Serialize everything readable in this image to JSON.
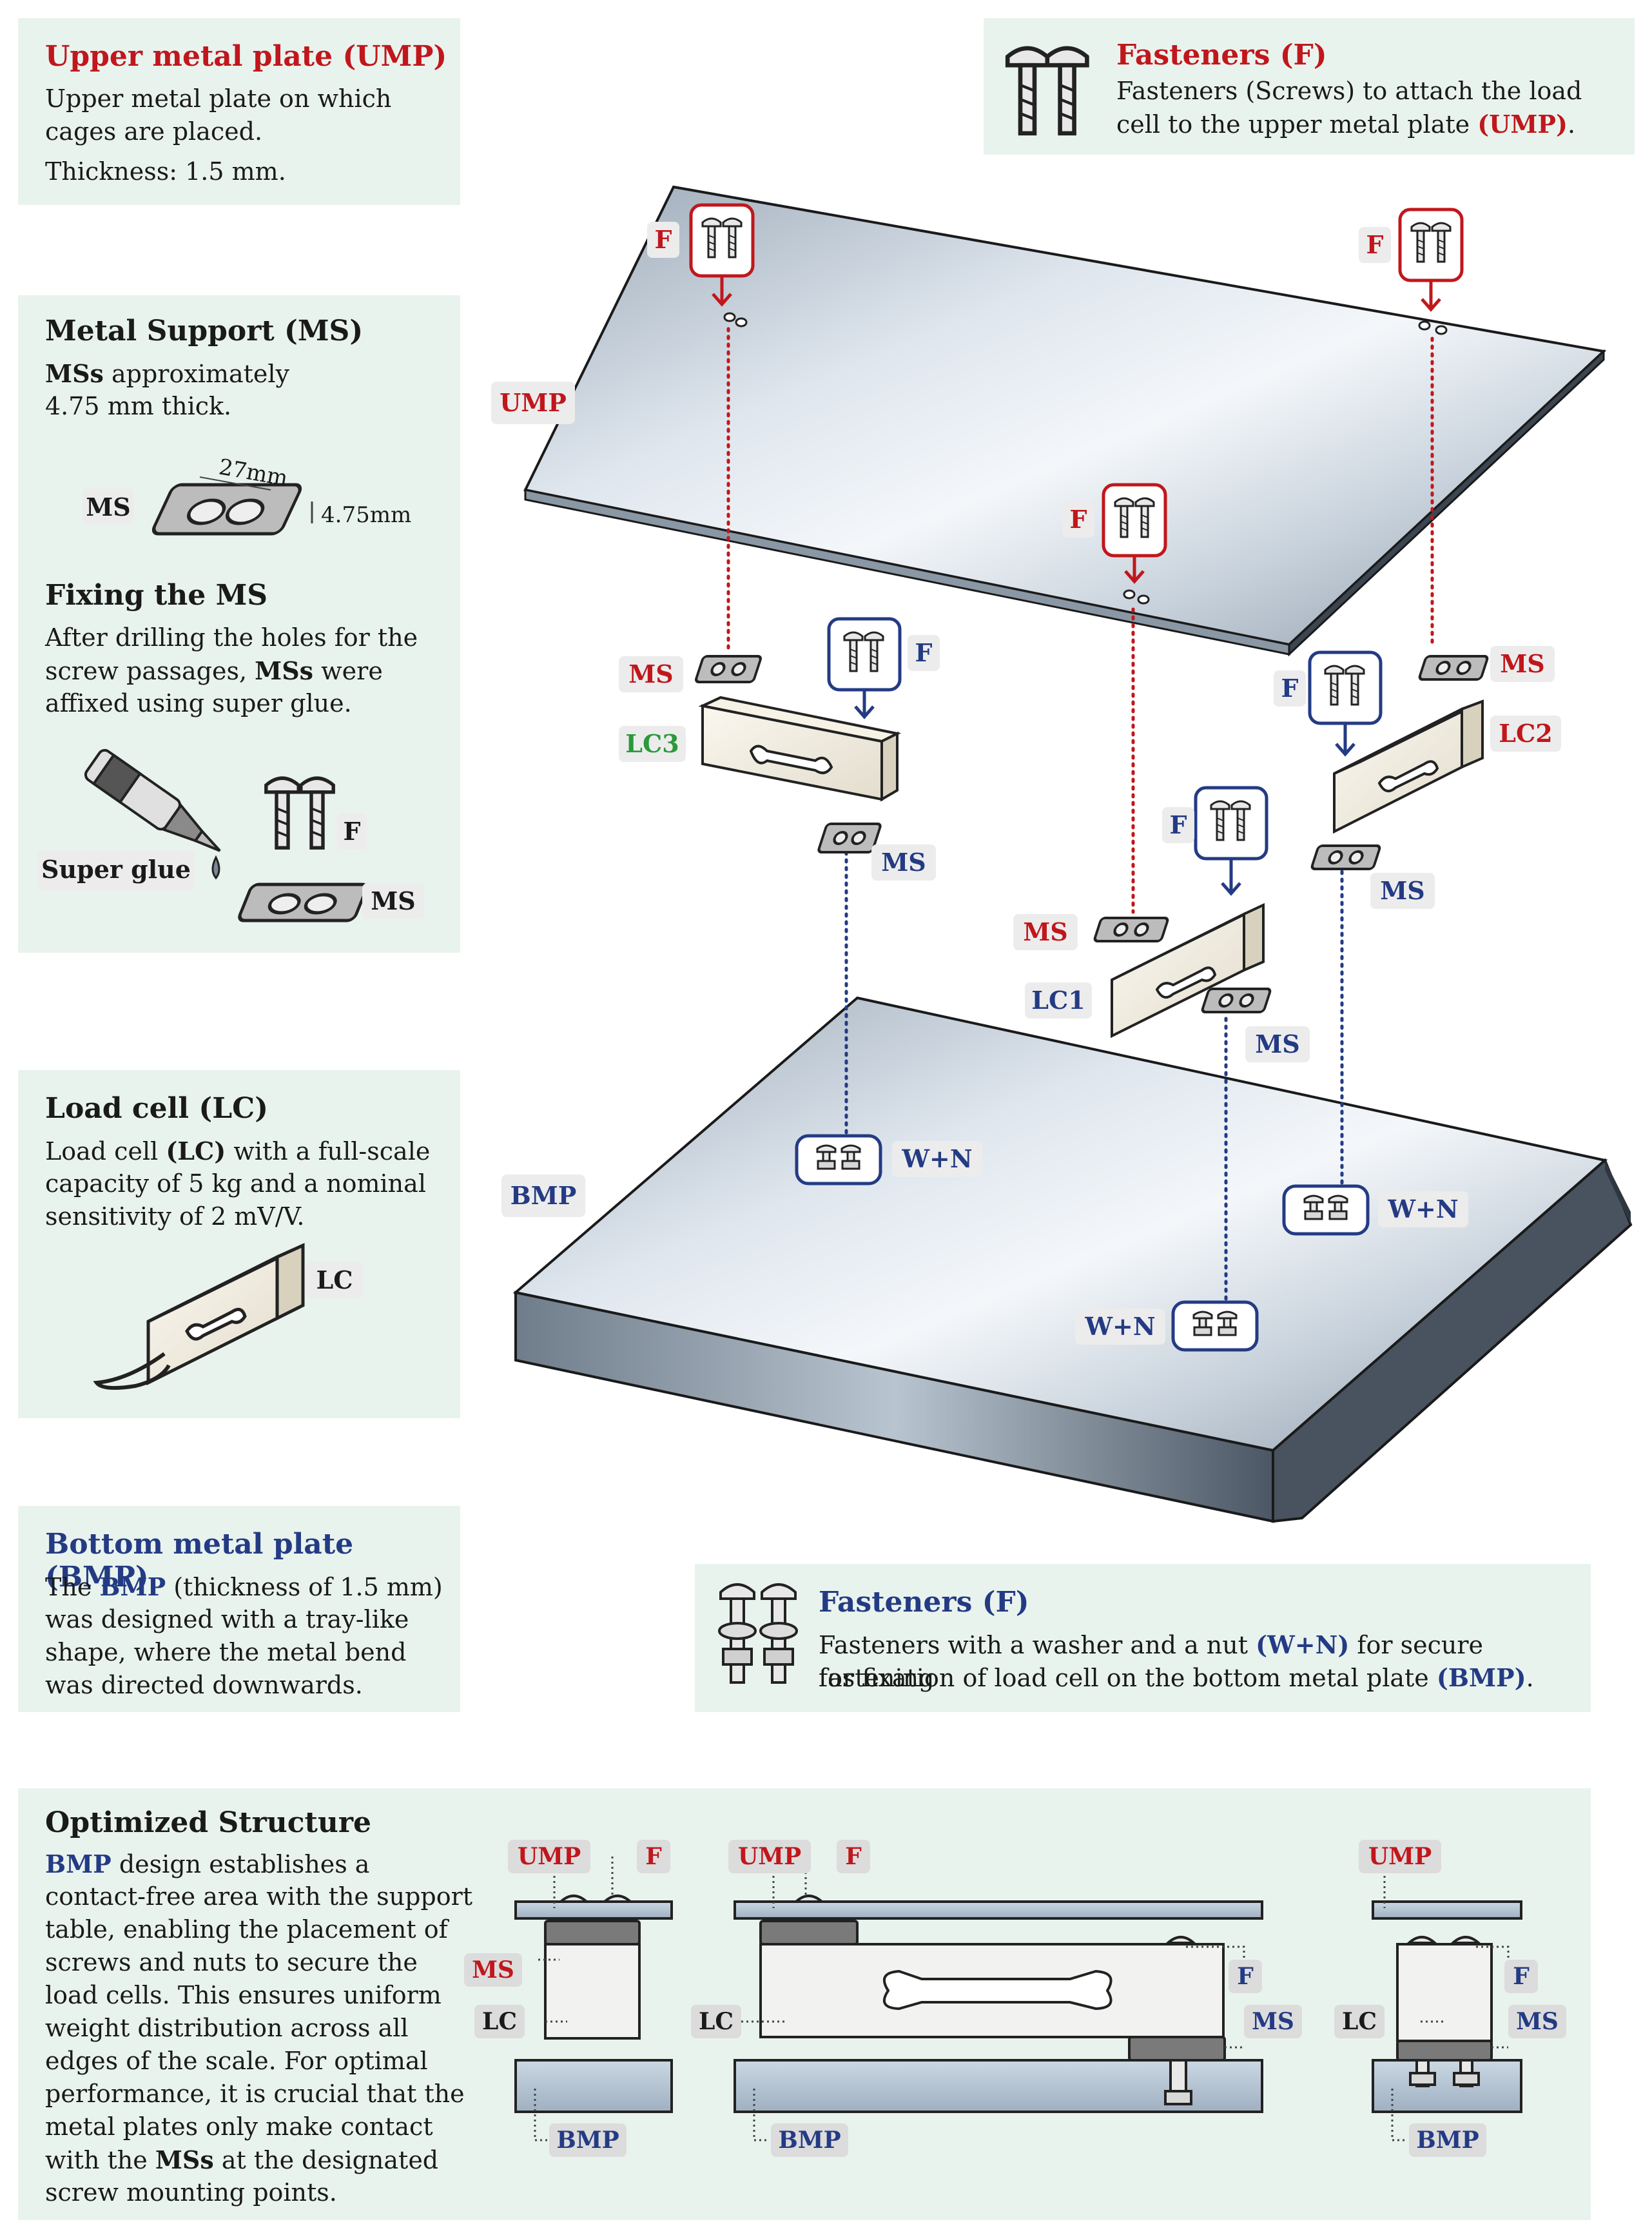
{
  "panels": {
    "ump": {
      "title": "Upper metal plate (UMP)",
      "lines": [
        "Upper metal plate on which",
        "cages are placed.",
        "Thickness: 1.5 mm."
      ]
    },
    "ms": {
      "title": "Metal Support (MS)",
      "bold_prefix": "MSs",
      "line1_rest": " approximately",
      "line2": "4.75 mm thick.",
      "dim_width": "27mm",
      "dim_height": "4.75mm",
      "ms_tag": "MS",
      "fixing_title": "Fixing the MS",
      "fixing_line1": "After drilling the holes for the",
      "fixing_line2_pre": "screw passages, ",
      "fixing_line2_bold": "MSs",
      "fixing_line2_post": " were",
      "fixing_line3": "affixed using super glue.",
      "glue_label": "Super glue",
      "f_tag": "F",
      "ms_tag2": "MS"
    },
    "lc": {
      "title": "Load cell (LC)",
      "line1_pre": "Load cell ",
      "line1_bold": "(LC)",
      "line1_post": " with a full-scale",
      "line2": "capacity of 5 kg and a nominal",
      "line3": "sensitivity of 2 mV/V.",
      "tag": "LC"
    },
    "bmp": {
      "title": "Bottom metal plate (BMP)",
      "line1_pre": "The ",
      "line1_bold": "BMP",
      "line1_post": " (thickness of 1.5 mm)",
      "line2": "was designed with a tray-like",
      "line3": "shape, where the metal bend",
      "line4": "was directed downwards."
    },
    "fasteners_top": {
      "title": "Fasteners (F)",
      "line1": "Fasteners (Screws) to attach the load",
      "line2_pre": "cell to the upper metal plate ",
      "line2_bold": "(UMP)",
      "line2_post": "."
    },
    "fasteners_bottom": {
      "title": "Fasteners (F)",
      "line1_pre": "Fasteners with a washer and a nut ",
      "line1_bold": "(W+N)",
      "line1_post": " for secure fastening",
      "line2_pre": "for fixation of load cell on the bottom metal plate ",
      "line2_bold": "(BMP)",
      "line2_post": "."
    },
    "optimized": {
      "title": "Optimized Structure",
      "line1_bold": "BMP",
      "line1_post": " design establishes a",
      "line2": "contact-free area with the support",
      "line3": "table, enabling the placement of",
      "line4": "screws and nuts to secure the",
      "line5": "load cells. This ensures uniform",
      "line6": "weight distribution across all",
      "line7": "edges of the scale. For optimal",
      "line8": "performance, it is crucial that the",
      "line9": "metal plates only make contact",
      "line10_pre": "with the ",
      "line10_bold": "MSs",
      "line10_post": " at the designated",
      "line11": "screw mounting points."
    }
  },
  "diagram_labels": {
    "ump": "UMP",
    "bmp": "BMP",
    "f": "F",
    "ms": "MS",
    "lc1": "LC1",
    "lc2": "LC2",
    "lc3": "LC3",
    "wn": "W+N"
  },
  "cross_labels": {
    "ump": "UMP",
    "f": "F",
    "ms": "MS",
    "lc": "LC",
    "bmp": "BMP"
  },
  "colors": {
    "red": "#c0171c",
    "blue": "#243b84",
    "green": "#2a9a3a",
    "panel_bg": "#e9f3ee"
  }
}
